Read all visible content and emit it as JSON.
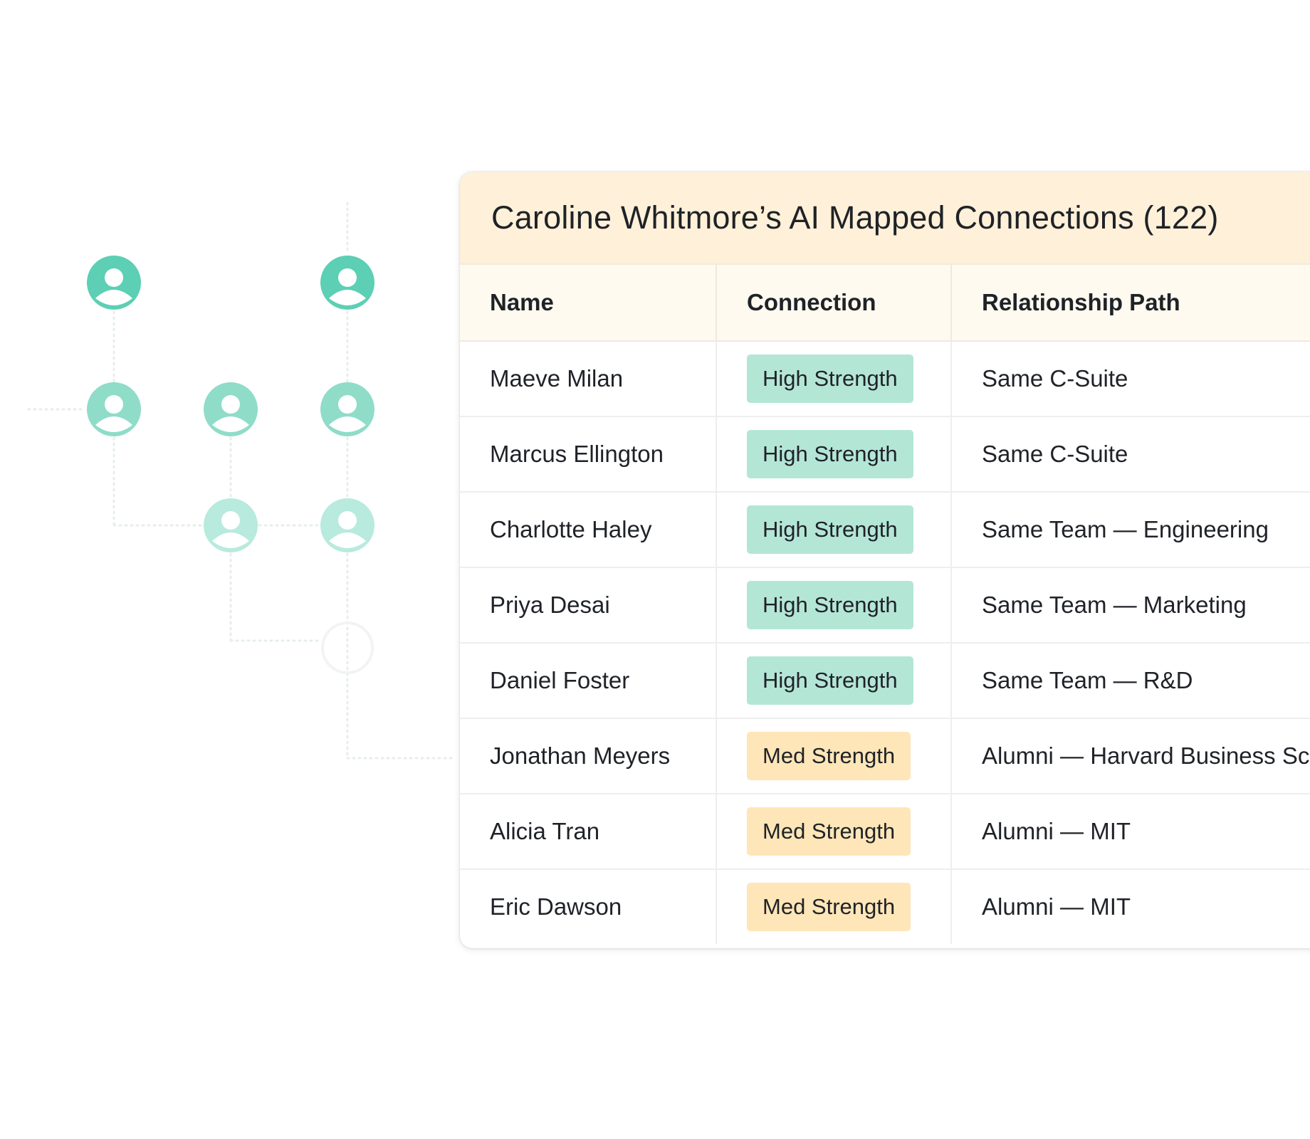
{
  "card": {
    "title": "Caroline Whitmore’s AI Mapped Connections (122)"
  },
  "table": {
    "headers": {
      "name": "Name",
      "connection": "Connection",
      "path": "Relationship Path"
    },
    "rows": [
      {
        "name": "Maeve Milan",
        "strength": "High Strength",
        "level": "high",
        "path": "Same C-Suite"
      },
      {
        "name": "Marcus Ellington",
        "strength": "High Strength",
        "level": "high",
        "path": "Same C-Suite"
      },
      {
        "name": "Charlotte Haley",
        "strength": "High Strength",
        "level": "high",
        "path": "Same Team — Engineering"
      },
      {
        "name": "Priya Desai",
        "strength": "High Strength",
        "level": "high",
        "path": "Same Team — Marketing"
      },
      {
        "name": "Daniel Foster",
        "strength": "High Strength",
        "level": "high",
        "path": "Same Team — R&D"
      },
      {
        "name": "Jonathan Meyers",
        "strength": "Med Strength",
        "level": "med",
        "path": "Alumni — Harvard Business School"
      },
      {
        "name": "Alicia Tran",
        "strength": "Med Strength",
        "level": "med",
        "path": "Alumni — MIT"
      },
      {
        "name": "Eric Dawson",
        "strength": "Med Strength",
        "level": "med",
        "path": "Alumni — MIT"
      }
    ]
  },
  "colors": {
    "header_bg": "#fff1d9",
    "high_badge": "#b4e6d6",
    "med_badge": "#ffe6b8",
    "avatar_dark": "#5ccfb4",
    "avatar_mid": "#8fdcc9",
    "avatar_light": "#b8eadd"
  },
  "graph": {
    "icon": "user-avatar-icon"
  }
}
